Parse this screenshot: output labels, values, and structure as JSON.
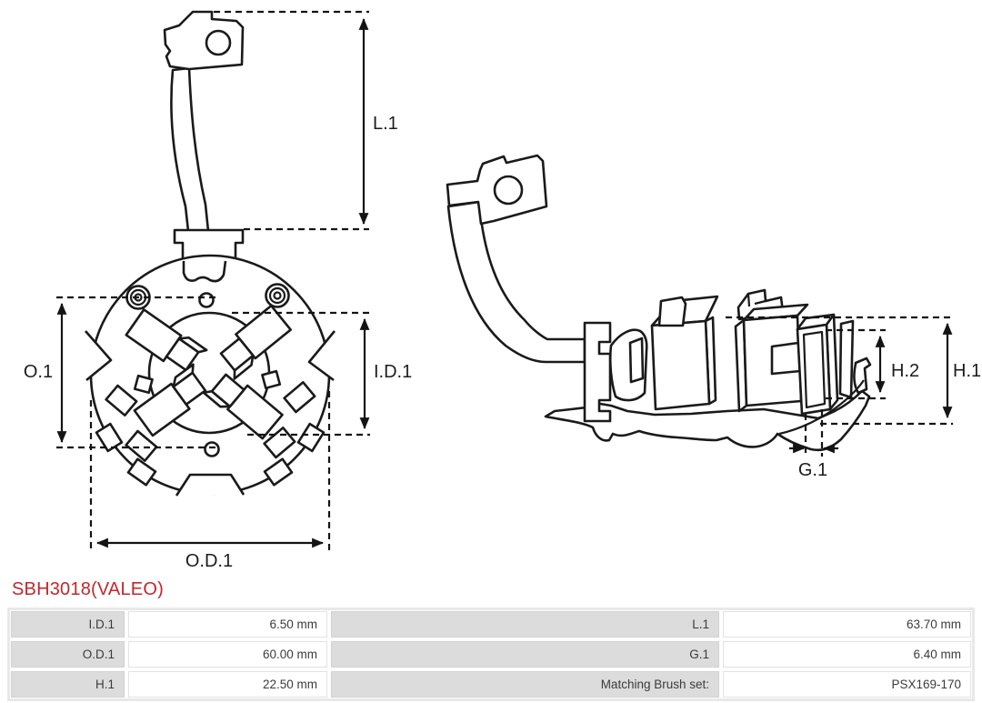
{
  "title": "SBH3018(VALEO)",
  "title_color": "#c1272d",
  "diagram": {
    "line_color": "#1a1a1a",
    "labels": {
      "l1": "L.1",
      "o1": "O.1",
      "id1": "I.D.1",
      "od1": "O.D.1",
      "h2": "H.2",
      "h1": "H.1",
      "g1": "G.1"
    }
  },
  "table": {
    "rows": [
      {
        "c1": "I.D.1",
        "c2": "6.50 mm",
        "c3": "L.1",
        "c4": "63.70 mm"
      },
      {
        "c1": "O.D.1",
        "c2": "60.00 mm",
        "c3": "G.1",
        "c4": "6.40 mm"
      },
      {
        "c1": "H.1",
        "c2": "22.50 mm",
        "c3": "Matching Brush set:",
        "c4": "PSX169-170"
      }
    ]
  }
}
